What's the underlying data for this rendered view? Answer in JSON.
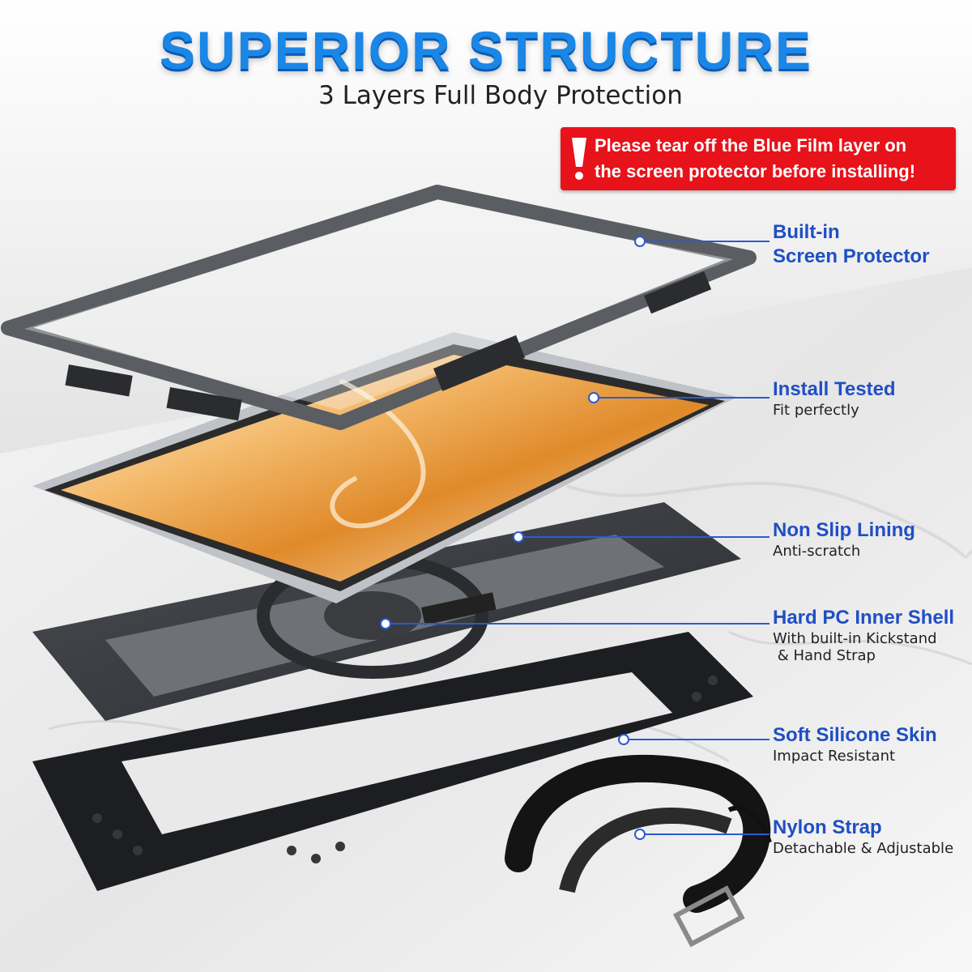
{
  "headline": "SUPERIOR STRUCTURE",
  "subheadline": "3 Layers Full Body Protection",
  "warning": {
    "line1": "Please tear off the Blue Film layer on",
    "line2": "the screen protector before installing!",
    "icon": "exclamation-icon",
    "color": "#e8121a"
  },
  "callouts": [
    {
      "title_line1": "Built-in",
      "title_line2": "Screen Protector",
      "desc": ""
    },
    {
      "title": "Install Tested",
      "desc": "Fit perfectly"
    },
    {
      "title": "Non Slip Lining",
      "desc": "Anti-scratch"
    },
    {
      "title": "Hard PC Inner Shell",
      "desc_line1": "With built-in Kickstand",
      "desc_line2": " & Hand Strap"
    },
    {
      "title": "Soft Silicone Skin",
      "desc": "Impact Resistant"
    },
    {
      "title": "Nylon Strap",
      "desc": "Detachable & Adjustable"
    }
  ],
  "colors": {
    "accent": "#1f4fc4",
    "headline": "#1a86e6",
    "warning": "#e8121a"
  }
}
